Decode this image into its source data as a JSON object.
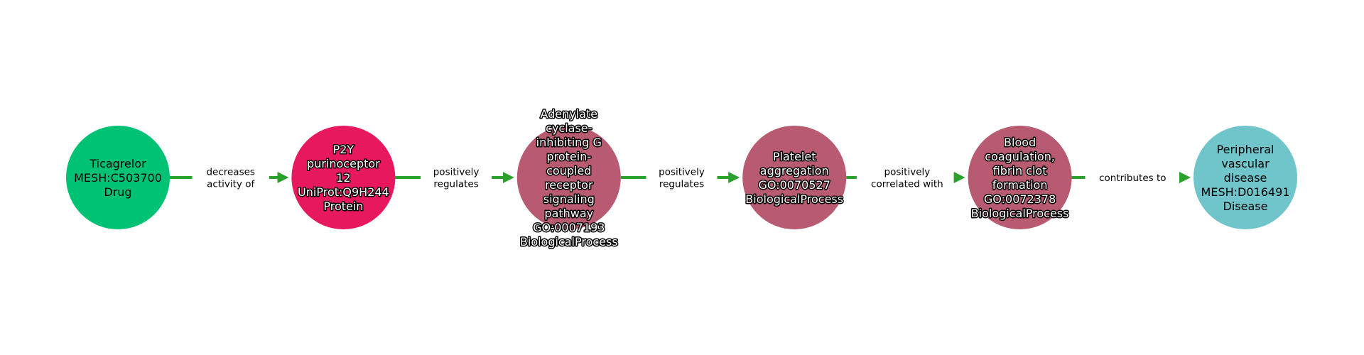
{
  "nodes": [
    {
      "lines": [
        "Ticagrelor",
        "MESH:C503700",
        "Drug"
      ],
      "color": "#00c274",
      "outlined": false
    },
    {
      "lines": [
        "P2Y",
        "purinoceptor",
        "12",
        "UniProt:Q9H244",
        "Protein"
      ],
      "color": "#e8185f",
      "outlined": true
    },
    {
      "lines": [
        "Adenylate",
        "cyclase-",
        "inhibiting G",
        "protein-",
        "coupled",
        "receptor",
        "signaling",
        "pathway",
        "GO:0007193",
        "BiologicalProcess"
      ],
      "color": "#b85a70",
      "outlined": true
    },
    {
      "lines": [
        "Platelet",
        "aggregation",
        "GO:0070527",
        "BiologicalProcess"
      ],
      "color": "#b85a70",
      "outlined": true
    },
    {
      "lines": [
        "Blood",
        "coagulation,",
        "fibrin clot",
        "formation",
        "GO:0072378",
        "BiologicalProcess"
      ],
      "color": "#b85a70",
      "outlined": true
    },
    {
      "lines": [
        "Peripheral",
        "vascular",
        "disease",
        "MESH:D016491",
        "Disease"
      ],
      "color": "#70c5ca",
      "outlined": false
    }
  ],
  "edges": [
    {
      "lines": [
        "decreases",
        "activity of"
      ]
    },
    {
      "lines": [
        "positively",
        "regulates"
      ]
    },
    {
      "lines": [
        "positively",
        "regulates"
      ]
    },
    {
      "lines": [
        "positively",
        "correlated with"
      ]
    },
    {
      "lines": [
        "contributes to"
      ]
    }
  ],
  "edge_color": "#2ca02c"
}
